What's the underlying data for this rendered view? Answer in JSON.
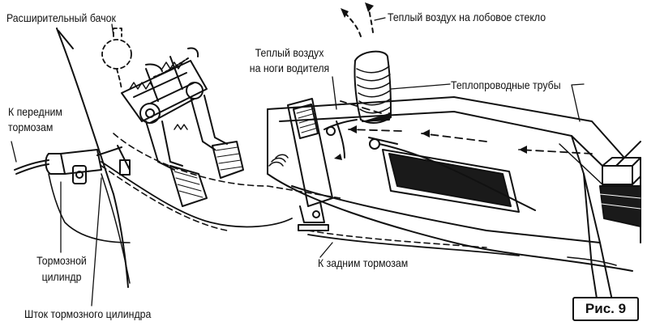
{
  "labels": {
    "expansion_tank": "Расширительный бачок",
    "windshield_air": "Теплый воздух на лобовое стекло",
    "driver_feet_air_1": "Теплый воздух",
    "driver_feet_air_2": "на ноги водителя",
    "heat_pipes": "Теплопроводные трубы",
    "front_brakes_1": "К передним",
    "front_brakes_2": "тормозам",
    "brake_cylinder_1": "Тормозной",
    "brake_cylinder_2": "цилиндр",
    "rear_brakes": "К задним тормозам",
    "cylinder_rod": "Шток тормозного цилиндра"
  },
  "figure": {
    "caption": "Рис. 9"
  },
  "colors": {
    "ink": "#111111",
    "background": "#ffffff",
    "shade": "#1a1a1a"
  }
}
